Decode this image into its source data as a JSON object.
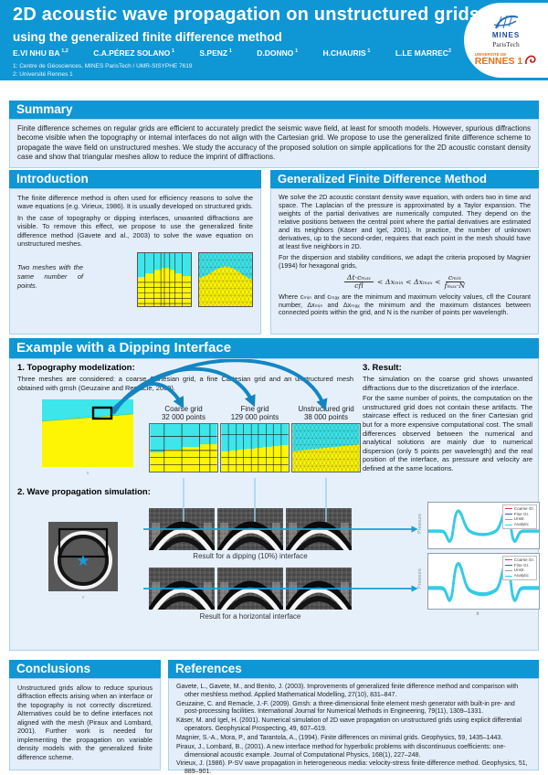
{
  "header": {
    "title": "2D acoustic wave propagation on unstructured grids",
    "subtitle": "using the generalized finite difference method",
    "authors": [
      {
        "name": "E.VI NHU BA",
        "sup": "1,2"
      },
      {
        "name": "C.A.PÉREZ SOLANO",
        "sup": "1"
      },
      {
        "name": "S.PENZ",
        "sup": "1"
      },
      {
        "name": "D.DONNO",
        "sup": "1"
      },
      {
        "name": "H.CHAURIS",
        "sup": "1"
      },
      {
        "name": "L.LE MARREC",
        "sup": "2"
      }
    ],
    "affiliations": [
      "1: Centre de Géosciences, MINES ParisTech / UMR-SISYPHE 7619",
      "2: Université Rennes 1"
    ],
    "logos": {
      "mines_line1": "MINES",
      "mines_line2": "ParisTech",
      "rennes_line1": "UNIVERSITÉ DE",
      "rennes_line2": "RENNES 1"
    }
  },
  "summary": {
    "title": "Summary",
    "text": "Finite difference schemes on regular grids are efficient to accurately predict the seismic wave field, at least for smooth models. However, spurious diffractions become visible when the topography or internal interfaces do not align with the Cartesian grid. We propose to use the generalized finite difference scheme to propagate the wave field on unstructured meshes. We study the accuracy of the proposed solution on simple applications for the 2D acoustic constant density case and show that triangular meshes allow to reduce the imprint of diffractions."
  },
  "introduction": {
    "title": "Introduction",
    "p1": "The finite difference method is often used for efficiency reasons to solve the wave equations (e.g. Virieux, 1986). It is usually developed on structured grids.",
    "p2": "In the case of topography or dipping interfaces, unwanted diffractions are visible. To remove this effect, we propose to use the generalized finite difference method (Gavete and al., 2003) to solve the wave equation on unstructured meshes.",
    "caption": "Two meshes with the same number of points."
  },
  "gfdm": {
    "title": "Generalized Finite Difference Method",
    "p1": "We solve the 2D acoustic constant density wave equation, with orders two in time and space. The Laplacian of the pressure is approximated by a Taylor expansion. The weights of the partial derivatives are numerically computed. They depend on the relative positions between the central point where the partial derivatives are estimated and its neighbors (Käser and Igel, 2001). In practice, the number of unknown derivatives, up to the second-order, requires that each point in the mesh should have at least five neighbors in 2D.",
    "p2": "For the dispersion and stability conditions, we adapt the criteria proposed by Magnier (1994) for hexagonal grids,",
    "formula": {
      "num1": "Δt·cₘₐₓ",
      "den1": "cfl",
      "mid": "<  Δxₘᵢₙ  <  Δxₘₐₓ  <",
      "num2": "cₘᵢₙ",
      "den2": "fₘₐₓ·N"
    },
    "p3": "Where cₘᵢₙ and cₘₐₓ are the minimum and maximum velocity values, cfl the Courant number, Δxₘᵢₙ and Δxₘₐₓ the minimum and the maximum distances between connected points within the grid, and N is the number of points per wavelength."
  },
  "example": {
    "title": "Example with a Dipping Interface",
    "topo_heading": "1. Topography modelization:",
    "topo_text": "Three meshes are considered: a coarse Cartesian grid, a fine Cartesian grid and an unstructured mesh obtained with gmsh (Geuzaine and Remacle, 2009).",
    "result_heading": "3. Result:",
    "result_p1": "The simulation on the coarse grid shows unwanted diffractions due to the discretization of the interface.",
    "result_p2": "For the same number of points, the computation on the unstructured grid does not contain these artifacts. The staircase effect is reduced on the finer Cartesian grid but for a more expensive computational cost. The small differences observed between the numerical and analytical solutions are mainly due to numerical dispersion (only 5 points per wavelength) and the real position of the interface, as pressure and velocity are defined at the same locations.",
    "grids": [
      {
        "label": "Coarse grid",
        "points": "32 000 points"
      },
      {
        "label": "Fine grid",
        "points": "129 000 points"
      },
      {
        "label": "Unstructured grid",
        "points": "38 000 points"
      }
    ],
    "wave_heading": "2. Wave propagation simulation:",
    "caption_dipping": "Result for a dipping (10%) interface",
    "caption_horizontal": "Result for a horizontal interface",
    "axis_x": "x",
    "axis_z": "z",
    "plots": {
      "ylabel": "Pressure",
      "xlabel": "x",
      "legend": [
        {
          "label": "Coarse Gr.",
          "color": "#d84040"
        },
        {
          "label": "Fine Gr.",
          "color": "#3b55c0"
        },
        {
          "label": "Unstr.",
          "color": "#9a9a9a"
        },
        {
          "label": "Analytic",
          "color": "#35cbe5"
        }
      ]
    }
  },
  "conclusions": {
    "title": "Conclusions",
    "text": "Unstructured grids allow to reduce spurious diffraction effects arising when an interface or the topography is not correctly discretized. Alternatives could be to define interfaces not aligned with the mesh (Piraux and Lombard, 2001). Further work is needed for implementing the propagation on variable density models with the generalized finite difference scheme."
  },
  "references": {
    "title": "References",
    "items": [
      "Gavete, L., Gavete, M., and Benito, J. (2003). Improvements of generalized finite difference method and comparison with other meshless method. Applied Mathematical Modelling, 27(10), 831–847.",
      "Geuzaine, C. and Remacle, J.-F. (2009). Gmsh: a three-dimensional finite element mesh generator with built-in pre- and post-processing facilities. International Journal for Numerical Methods in Engineering, 79(11), 1309–1331.",
      "Käser, M. and Igel, H. (2001). Numerical simulation of 2D wave propagation on unstructured grids using explicit differential operators. Geophysical Prospecting, 49, 607–619.",
      "Magnier, S.-A., Mora, P., and Tarantola, A., (1994). Finite differences on minimal grids. Geophysics, 59, 1435–1443.",
      "Piraux, J., Lombard, B., (2001). A new interface method for hyperbolic problems with discontinuous coefficients: one-dimensional acoustic example. Journal of Computational Physics, 168(1), 227–248.",
      "Virieux, J. (1986). P-SV wave propagation in heterogeneous media: velocity-stress finite-difference method. Geophysics, 51, 889–901."
    ]
  },
  "colors": {
    "accent_blue": "#0f96d4",
    "panel_bg": "#e3eefa",
    "cyan_medium": "#3ce6ea",
    "yellow_medium": "#fdf503"
  }
}
